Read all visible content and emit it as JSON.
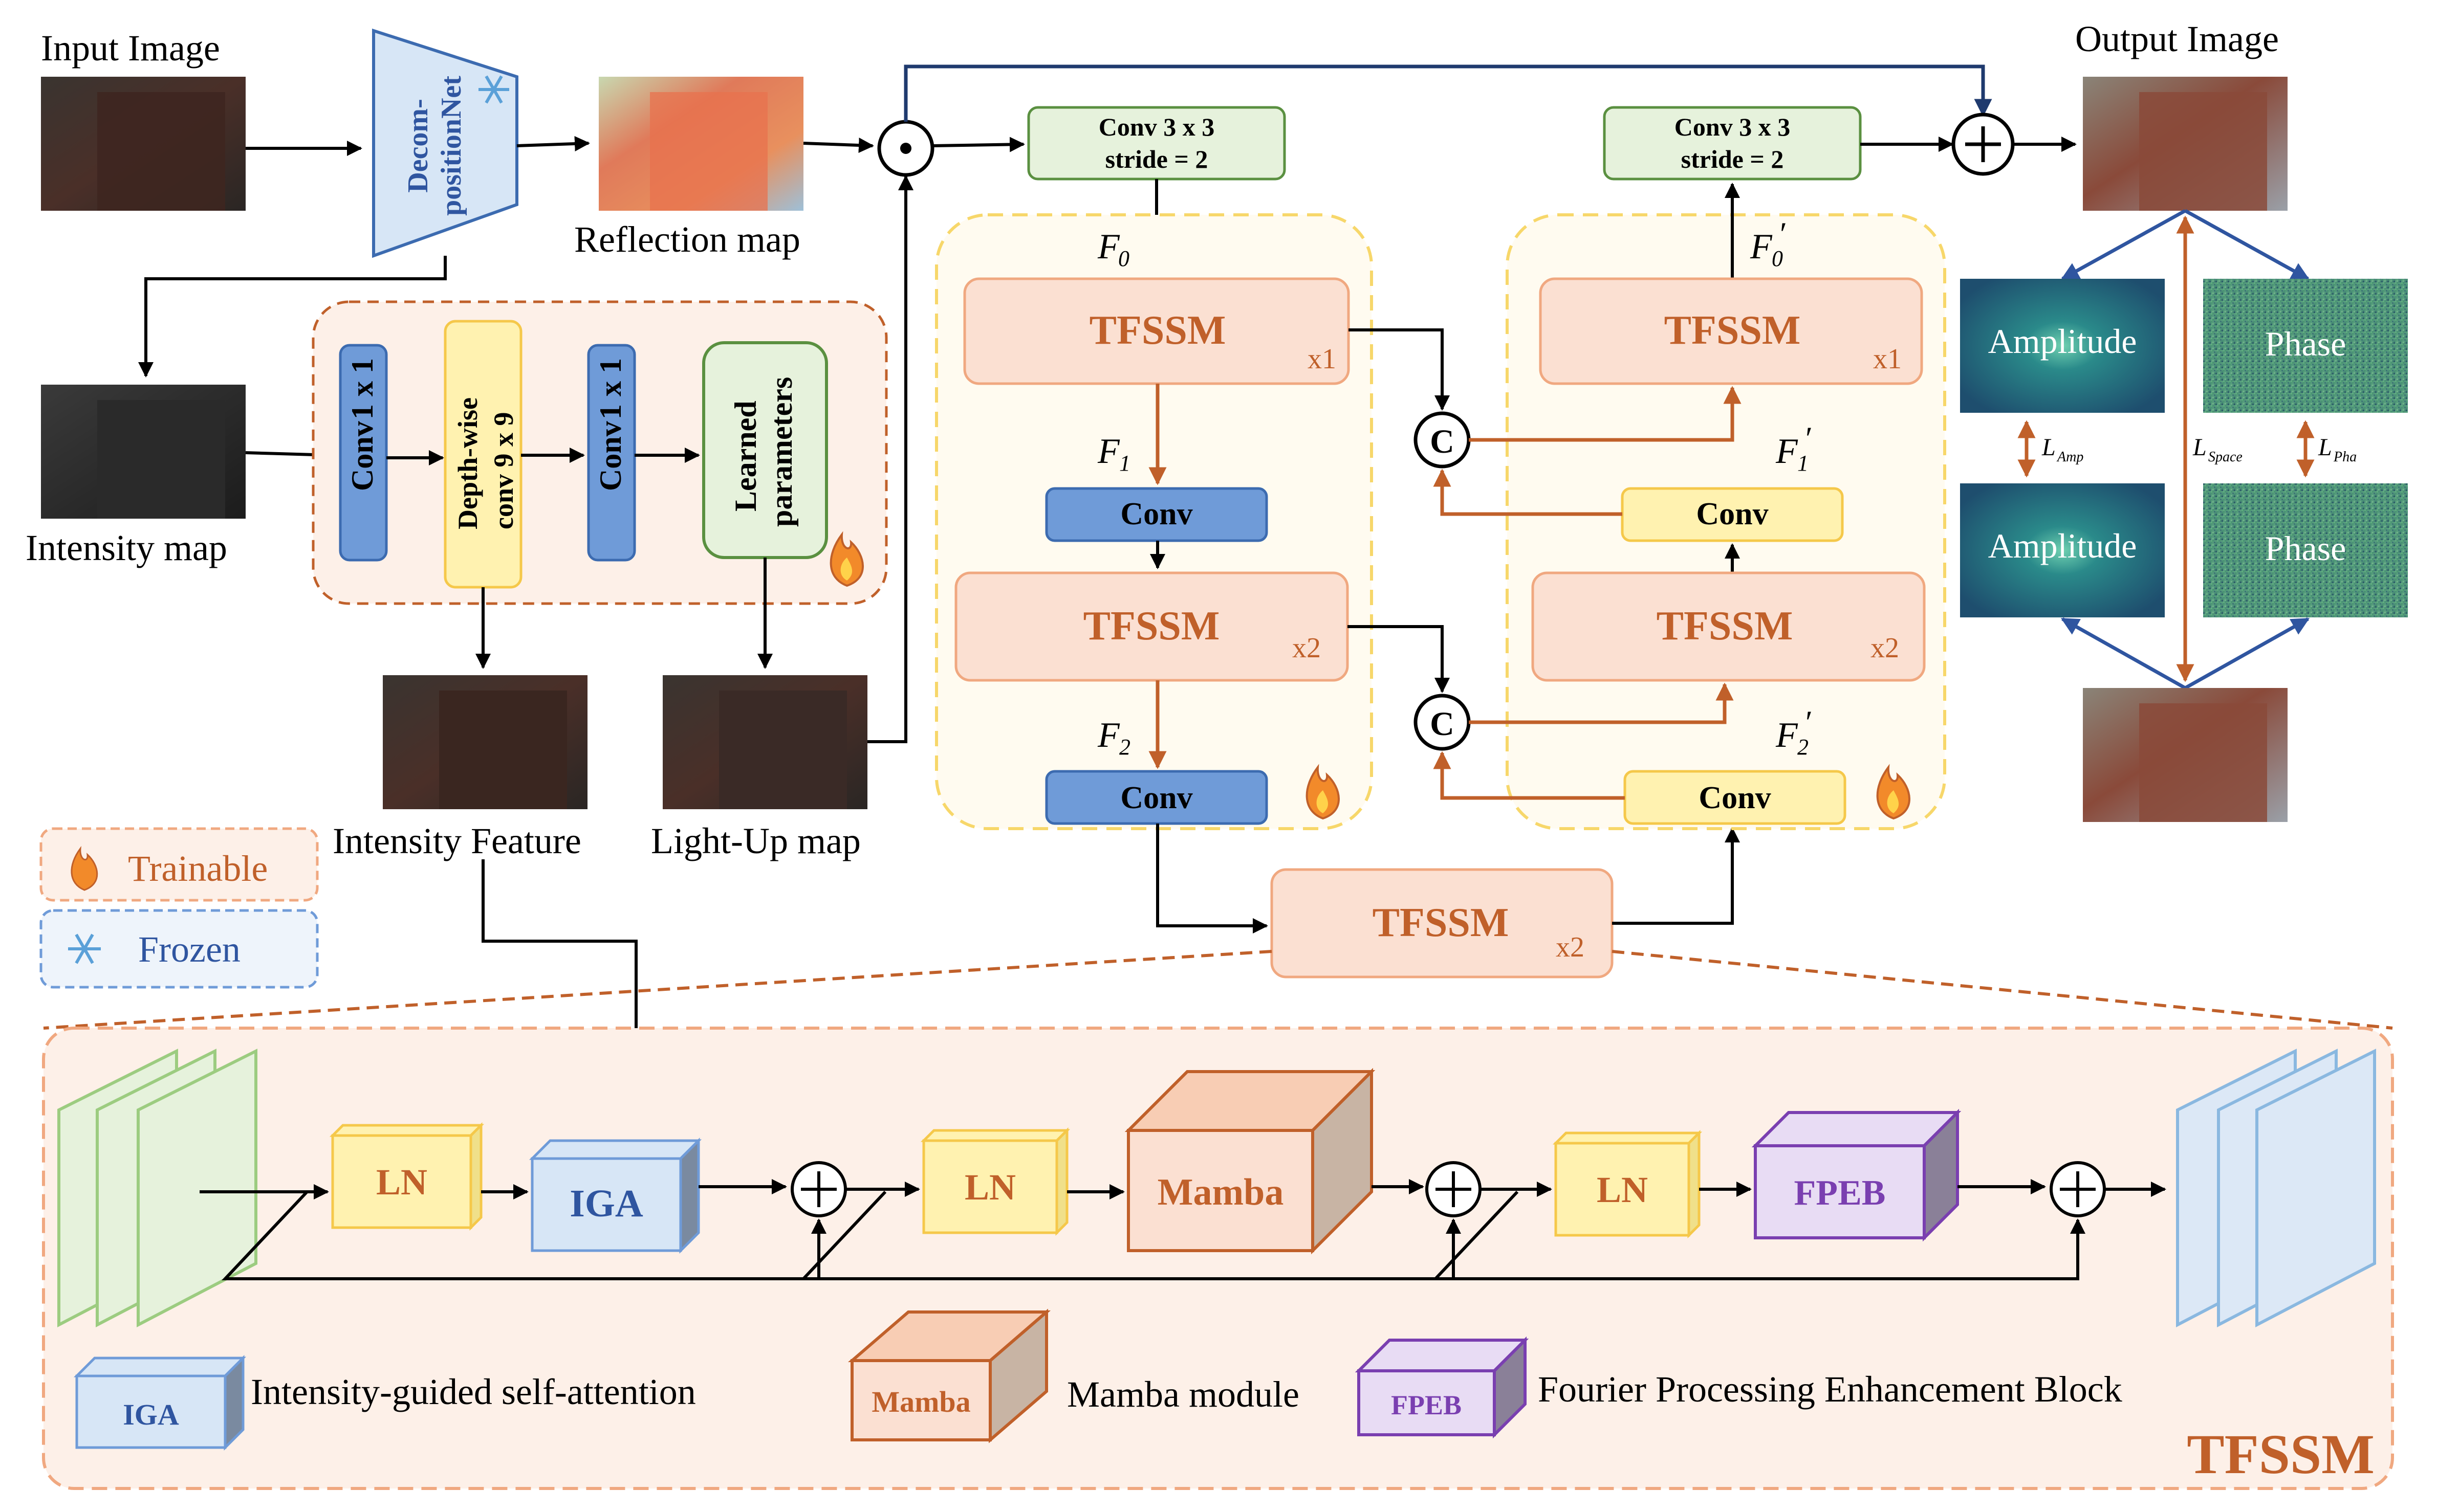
{
  "labels": {
    "input_image": "Input Image",
    "output_image": "Output Image",
    "decom_line1": "Decom-",
    "decom_line2": "positionNet",
    "reflection_map": "Reflection map",
    "intensity_map": "Intensity map",
    "intensity_feature": "Intensity Feature",
    "light_up_map": "Light-Up map"
  },
  "illumination_branch": {
    "conv1_a": "Conv",
    "conv1_b": "1 x 1",
    "dw_a": "Depth-wise",
    "dw_b": "conv   9 x 9",
    "conv2_a": "Conv",
    "conv2_b": "1 x 1",
    "learned_a": "Learned",
    "learned_b": "parameters"
  },
  "legend": {
    "trainable": "Trainable",
    "frozen": "Frozen"
  },
  "encoder": {
    "conv_stride_line1": "Conv    3 x 3",
    "conv_stride_line2": "stride = 2",
    "f0": "F",
    "f0_sub": "0",
    "f1": "F",
    "f1_sub": "1",
    "f2": "F",
    "f2_sub": "2",
    "tfssm1": "TFSSM",
    "tfssm1_mult": "x1",
    "conv_a": "Conv",
    "tfssm2": "TFSSM",
    "tfssm2_mult": "x2",
    "conv_b": "Conv"
  },
  "decoder": {
    "conv_stride_line1": "Conv    3 x 3",
    "conv_stride_line2": "stride = 2",
    "f0p": "F",
    "f0p_sub": "0",
    "f1p": "F",
    "f1p_sub": "1",
    "f2p": "F",
    "f2p_sub": "2",
    "prime": "′",
    "tfssm1": "TFSSM",
    "tfssm1_mult": "x1",
    "conv_a": "Conv",
    "tfssm2": "TFSSM",
    "tfssm2_mult": "x2",
    "conv_b": "Conv",
    "concat": "C"
  },
  "bottleneck": {
    "tfssm": "TFSSM",
    "mult": "x2"
  },
  "frequency": {
    "amplitude": "Amplitude",
    "phase": "Phase",
    "l_amp": "L",
    "l_amp_sub": "Amp",
    "l_space": "L",
    "l_space_sub": "Space",
    "l_pha": "L",
    "l_pha_sub": "Pha"
  },
  "tfssm_block": {
    "ln": "LN",
    "iga": "IGA",
    "mamba": "Mamba",
    "fpeb": "FPEB",
    "title": "TFSSM"
  },
  "block_legend": {
    "iga_box": "IGA",
    "iga_desc": "Intensity-guided self-attention",
    "mamba_box": "Mamba",
    "mamba_desc": "Mamba module",
    "fpeb_box": "FPEB",
    "fpeb_desc": "Fourier Processing Enhancement Block"
  },
  "colors": {
    "orange_dark": "#c0602a",
    "orange_fill": "#fbe0d2",
    "orange_stroke": "#f0a880",
    "blue_fill": "#6f9bd8",
    "blue_stroke": "#3c6bb0",
    "yellow_fill": "#fff2b0",
    "yellow_stroke": "#f5c84a",
    "green_fill": "#e6f2dc",
    "green_stroke": "#78b060",
    "navy": "#1f3a6e",
    "purple": "#7a3fb0",
    "teal": "#2a6e78"
  }
}
